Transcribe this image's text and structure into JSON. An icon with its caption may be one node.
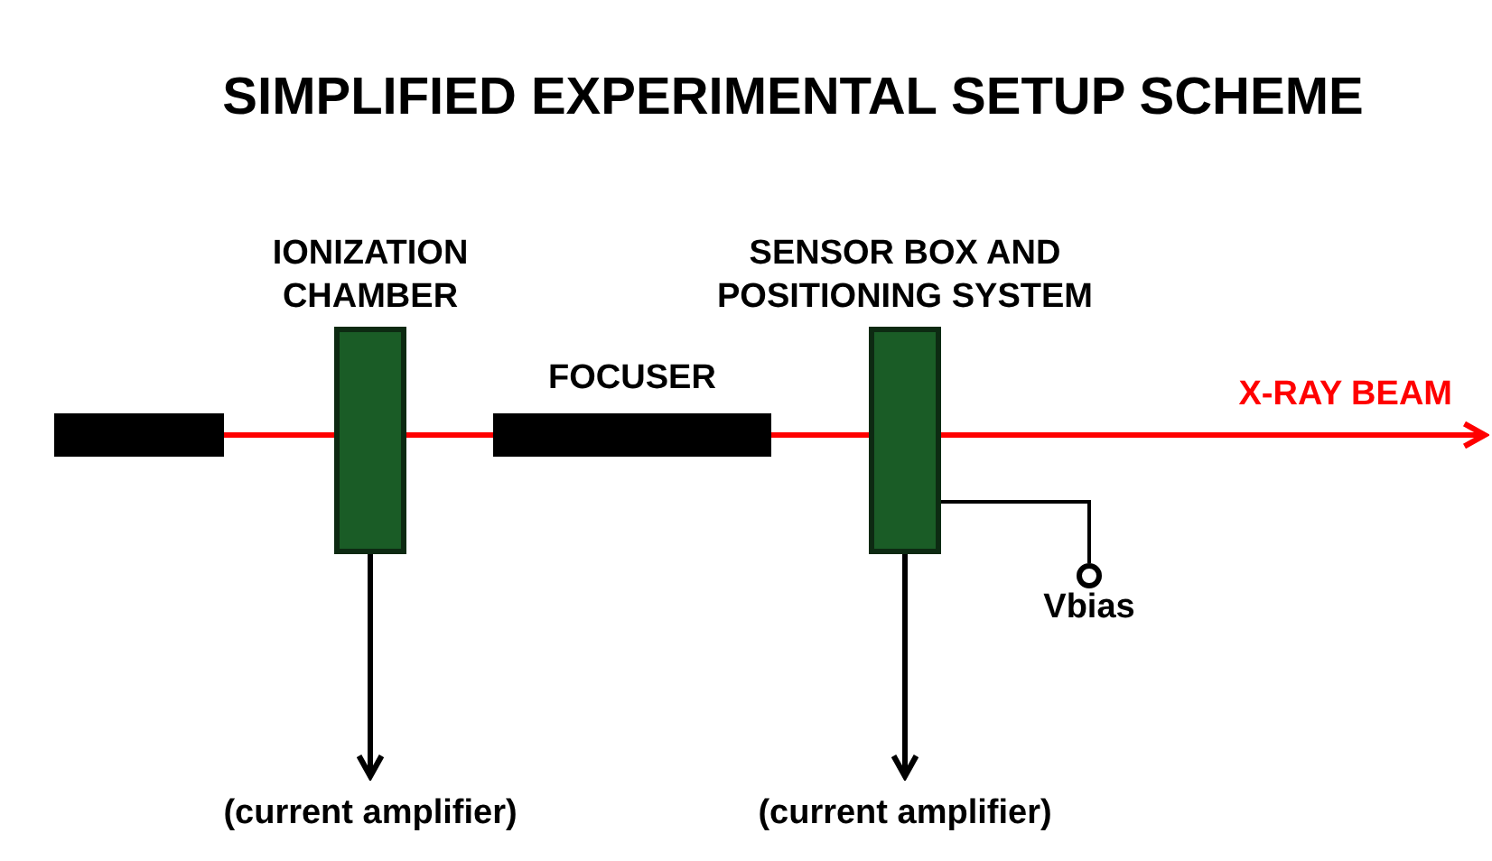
{
  "diagram": {
    "title": "SIMPLIFIED EXPERIMENTAL SETUP SCHEME",
    "nodes": [
      {
        "text": [],
        "shape": "bar"
      },
      {
        "text": [
          "IONIZATION CHAMBER"
        ]
      },
      {
        "text": [
          "FOCUSER"
        ]
      },
      {
        "text": [
          "SENSOR BOX AND POSITIONING SYSTEM"
        ]
      },
      {
        "text": [
          "Vbias"
        ]
      },
      {
        "text": [
          "(current amplifier)"
        ]
      },
      {
        "text": [
          "(current amplifier)"
        ]
      }
    ],
    "edges": [
      {
        "from": 0,
        "to": 1,
        "arrow": "none",
        "color": "#ff0000"
      },
      {
        "from": 1,
        "to": 2,
        "arrow": "none",
        "color": "#ff0000"
      },
      {
        "from": 2,
        "to": 3,
        "arrow": "none",
        "color": "#ff0000"
      },
      {
        "from": 3,
        "to": null,
        "arrow": "to",
        "label": "X-RAY BEAM",
        "color": "#ff0000"
      },
      {
        "from": 3,
        "to": 4,
        "arrow": "none",
        "color": "#000000"
      },
      {
        "from": 1,
        "to": 5,
        "arrow": "to",
        "color": "#000000"
      },
      {
        "from": 3,
        "to": 6,
        "arrow": "to",
        "color": "#000000"
      }
    ]
  }
}
